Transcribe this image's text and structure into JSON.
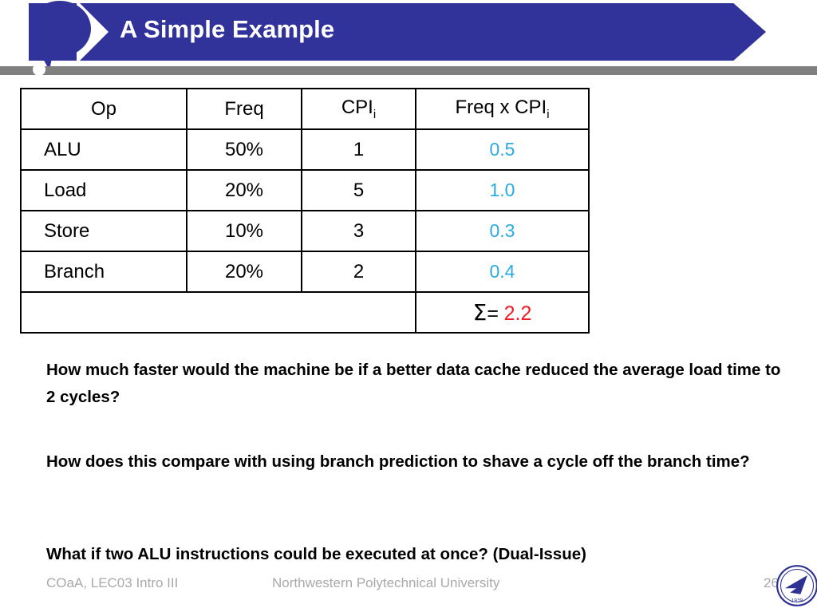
{
  "slide": {
    "title": "A Simple Example",
    "accent_blue": "#31339B",
    "rule_gray": "#808080",
    "value_blue": "#29ABE2",
    "sum_red": "#ED1C24",
    "footer_gray": "#A9A9A9"
  },
  "table": {
    "headers": {
      "op": "Op",
      "freq": "Freq",
      "cpi_main": "CPI",
      "cpi_sub": "i",
      "prod_main": "Freq x CPI",
      "prod_sub": "i"
    },
    "rows": [
      {
        "op": "ALU",
        "freq": "50%",
        "cpi": "1",
        "product": "0.5"
      },
      {
        "op": "Load",
        "freq": "20%",
        "cpi": "5",
        "product": "1.0"
      },
      {
        "op": "Store",
        "freq": "10%",
        "cpi": "3",
        "product": "0.3"
      },
      {
        "op": "Branch",
        "freq": "20%",
        "cpi": "2",
        "product": "0.4"
      }
    ],
    "sum": {
      "sigma": "Σ",
      "equals": "=",
      "value": "2.2"
    }
  },
  "questions": [
    "How much faster would the machine be if a better data cache reduced the average load time to 2 cycles?",
    "How does this compare with using branch prediction to shave a cycle off the branch time?",
    "What if two ALU instructions could be executed at once? (Dual-Issue)"
  ],
  "footer": {
    "left": "COaA, LEC03 Intro III",
    "center": "Northwestern Polytechnical University",
    "page": "26",
    "logo": "npu-seal-logo"
  }
}
